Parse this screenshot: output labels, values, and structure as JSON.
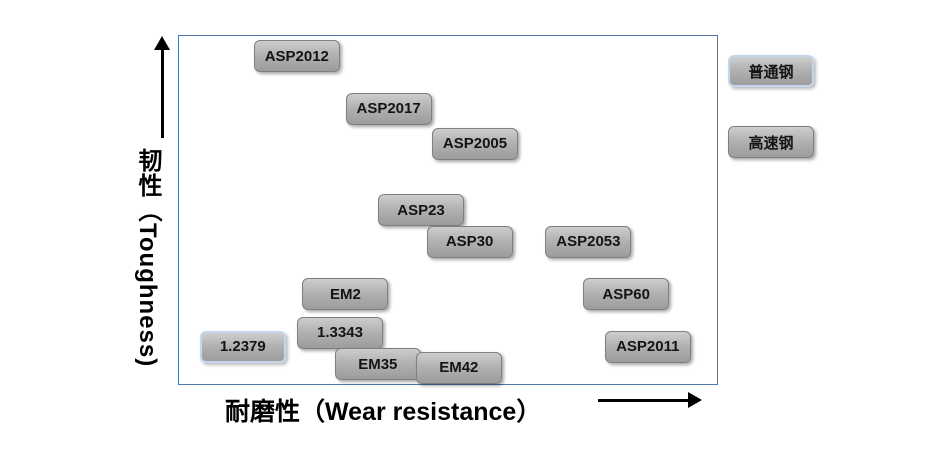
{
  "figure": {
    "y_axis": {
      "label": "韧性（Toughness)"
    },
    "x_axis": {
      "label": "耐磨性（Wear resistance）"
    },
    "legend": [
      {
        "label": "普通钢",
        "style": "light"
      },
      {
        "label": "高速钢",
        "style": "gray"
      }
    ],
    "colors": {
      "plot_border": "#4d7aab",
      "box_fill_top": "#cdcdcd",
      "box_fill_bottom": "#9c9c9c",
      "box_border": "#7f7f7f",
      "light_box_border": "#c3d6ec",
      "axis": "#000000",
      "text": "#141414"
    }
  },
  "chart_data": {
    "type": "scatter",
    "title": "",
    "xlabel": "耐磨性（Wear resistance）",
    "ylabel": "韧性（Toughness)",
    "xlim": [
      0,
      1
    ],
    "ylim": [
      0,
      1
    ],
    "axes_numeric": false,
    "grid": false,
    "legend_position": "outside-right",
    "legend": [
      "普通钢",
      "高速钢"
    ],
    "points": [
      {
        "label": "ASP2012",
        "x": 0.22,
        "y": 0.94,
        "category": "高速钢"
      },
      {
        "label": "ASP2017",
        "x": 0.39,
        "y": 0.79,
        "category": "高速钢"
      },
      {
        "label": "ASP2005",
        "x": 0.55,
        "y": 0.69,
        "category": "高速钢"
      },
      {
        "label": "ASP23",
        "x": 0.45,
        "y": 0.5,
        "category": "高速钢"
      },
      {
        "label": "ASP30",
        "x": 0.54,
        "y": 0.41,
        "category": "高速钢"
      },
      {
        "label": "ASP2053",
        "x": 0.76,
        "y": 0.41,
        "category": "高速钢"
      },
      {
        "label": "EM2",
        "x": 0.31,
        "y": 0.26,
        "category": "高速钢"
      },
      {
        "label": "ASP60",
        "x": 0.83,
        "y": 0.26,
        "category": "高速钢"
      },
      {
        "label": "1.3343",
        "x": 0.3,
        "y": 0.15,
        "category": "高速钢"
      },
      {
        "label": "1.2379",
        "x": 0.12,
        "y": 0.11,
        "category": "普通钢"
      },
      {
        "label": "EM35",
        "x": 0.37,
        "y": 0.06,
        "category": "高速钢"
      },
      {
        "label": "EM42",
        "x": 0.52,
        "y": 0.05,
        "category": "高速钢"
      },
      {
        "label": "ASP2011",
        "x": 0.87,
        "y": 0.11,
        "category": "高速钢"
      }
    ]
  }
}
